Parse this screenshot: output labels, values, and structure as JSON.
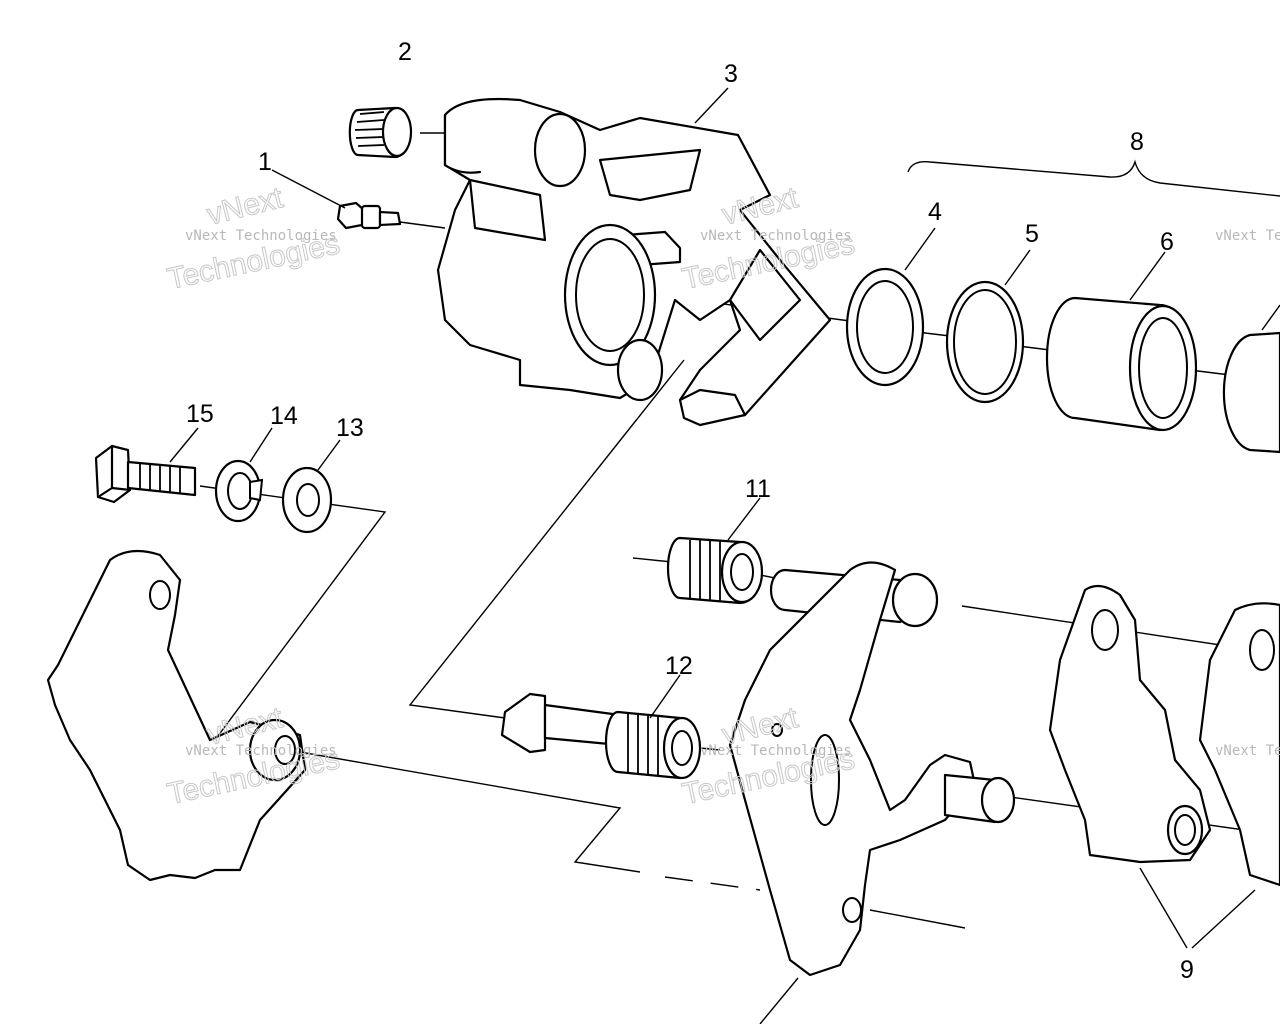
{
  "callouts": {
    "c1": "1",
    "c2": "2",
    "c3": "3",
    "c4": "4",
    "c5": "5",
    "c6": "6",
    "c8": "8",
    "c9": "9",
    "c11": "11",
    "c12": "12",
    "c13": "13",
    "c14": "14",
    "c15": "15"
  },
  "watermark": {
    "line1": "vNext Technologies",
    "line2": "Technologies",
    "line3": "vNext"
  },
  "colors": {
    "ink": "#000000",
    "paper": "#ffffff",
    "watermark": "#b8b8b8"
  }
}
